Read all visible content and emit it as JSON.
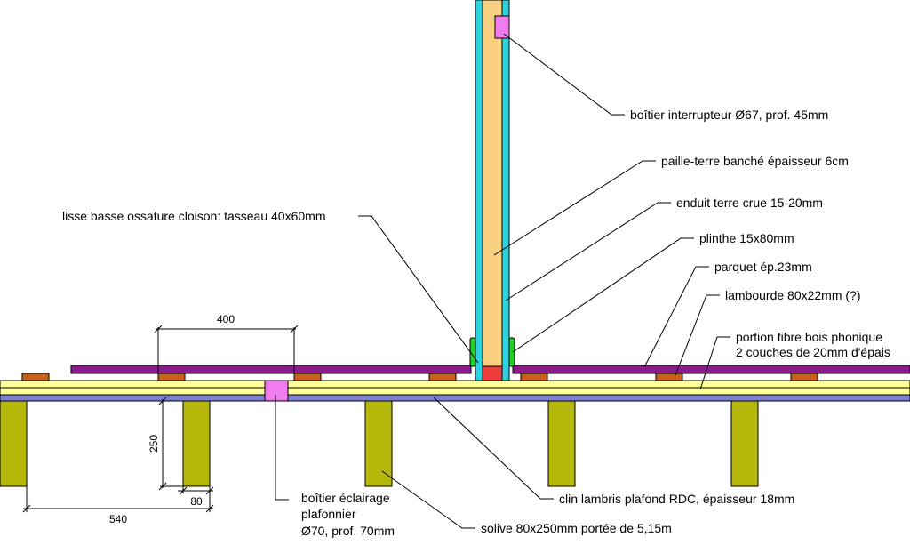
{
  "labels": {
    "switch_box": "boîtier interrupteur Ø67, prof. 45mm",
    "straw_earth": "paille-terre banché épaisseur 6cm",
    "clay_render": "enduit terre crue 15-20mm",
    "sole_plate": "lisse basse ossature cloison: tasseau 40x60mm",
    "skirting": "plinthe 15x80mm",
    "parquet": "parquet ép.23mm",
    "batten": "lambourde 80x22mm (?)",
    "fibre_line1": "portion fibre bois phonique",
    "fibre_line2": "2 couches de 20mm d'épais",
    "ceiling_cladding": "clin lambris plafond RDC, épaisseur 18mm",
    "light_box_line1": "boîtier éclairage",
    "light_box_line2": "plafonnier",
    "light_box_line3": "Ø70, prof. 70mm",
    "joist": "solive 80x250mm portée de 5,15m"
  },
  "dimensions": {
    "batten_spacing": "400",
    "joist_height": "250",
    "joist_width": "80",
    "joist_spacing": "540"
  },
  "colors": {
    "straw_earth": "#f8cf7e",
    "render": "#2dd4e0",
    "skirting": "#22d022",
    "sole_plate": "#ee3b3b",
    "switch_box": "#f07cf0",
    "parquet": "#8b1a8b",
    "batten": "#c8621a",
    "fibre_layer": "#ffff99",
    "cladding": "#7f7fd6",
    "joist": "#b5b80a"
  }
}
